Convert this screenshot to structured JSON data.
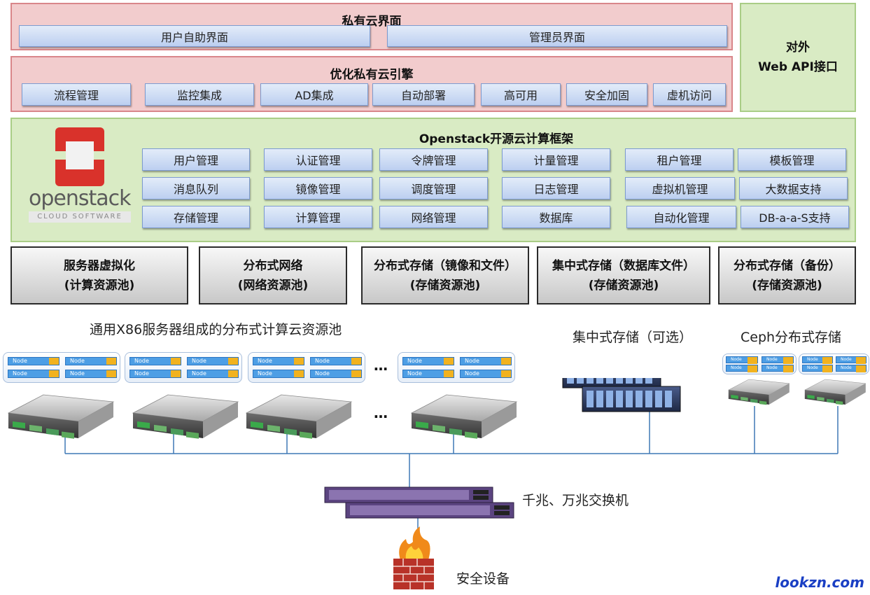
{
  "private_cloud_ui": {
    "title": "私有云界面",
    "user_portal": "用户自助界面",
    "admin_portal": "管理员界面"
  },
  "engine": {
    "title": "优化私有云引擎",
    "modules": [
      "流程管理",
      "监控集成",
      "AD集成",
      "自动部署",
      "高可用",
      "安全加固",
      "虚机访问"
    ]
  },
  "web_api": {
    "line1": "对外",
    "line2": "Web API接口"
  },
  "openstack": {
    "title": "Openstack开源云计算框架",
    "logo_text": "openstack",
    "logo_sub": "CLOUD SOFTWARE",
    "modules": [
      [
        "用户管理",
        "认证管理",
        "令牌管理",
        "计量管理",
        "租户管理",
        "模板管理"
      ],
      [
        "消息队列",
        "镜像管理",
        "调度管理",
        "日志管理",
        "虚拟机管理",
        "大数据支持"
      ],
      [
        "存储管理",
        "计算管理",
        "网络管理",
        "数据库",
        "自动化管理",
        "DB-a-a-S支持"
      ]
    ]
  },
  "resource_pools": [
    {
      "line1": "服务器虚拟化",
      "line2": "(计算资源池)"
    },
    {
      "line1": "分布式网络",
      "line2": "(网络资源池)"
    },
    {
      "line1": "分布式存储（镜像和文件）",
      "line2": "(存储资源池)"
    },
    {
      "line1": "集中式存储（数据库文件）",
      "line2": "(存储资源池)"
    },
    {
      "line1": "分布式存储（备份）",
      "line2": "(存储资源池)"
    }
  ],
  "hardware": {
    "x86_label": "通用X86服务器组成的分布式计算云资源池",
    "central_storage_label": "集中式存储（可选）",
    "ceph_label": "Ceph分布式存储",
    "switch_label": "千兆、万兆交换机",
    "security_label": "安全设备",
    "node_label": "Node",
    "ellipsis": "…"
  },
  "watermark": "lookzn.com",
  "colors": {
    "red_panel": "#f2cccd",
    "green_panel": "#d9ebc4",
    "button": "#c8d8f3",
    "node_chip": "#4d9ee5",
    "switch": "#6a4f8e",
    "line": "#3f78b6"
  }
}
